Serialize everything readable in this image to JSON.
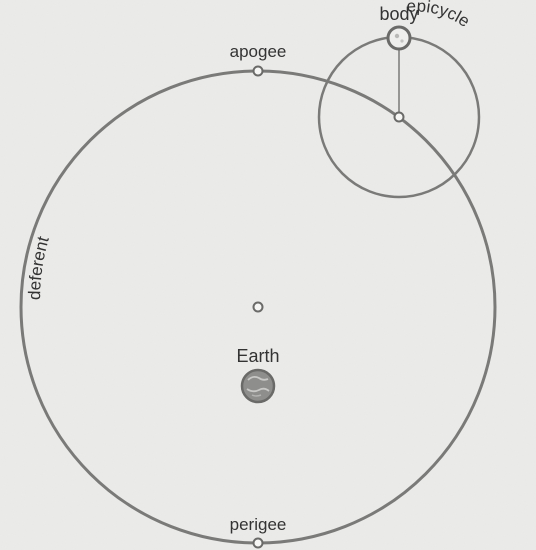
{
  "labels": {
    "apogee": "apogee",
    "perigee": "perigee",
    "earth": "Earth",
    "deferent": "deferent",
    "epicycle": "epicycle",
    "body": "body"
  },
  "colors": {
    "background": "#ececea",
    "orbit_stroke": "#7a7a78",
    "marker_fill": "#f6f6f4",
    "earth_fill": "#8e8e8c",
    "body_fill": "#eeeeec",
    "label": "#333333"
  }
}
